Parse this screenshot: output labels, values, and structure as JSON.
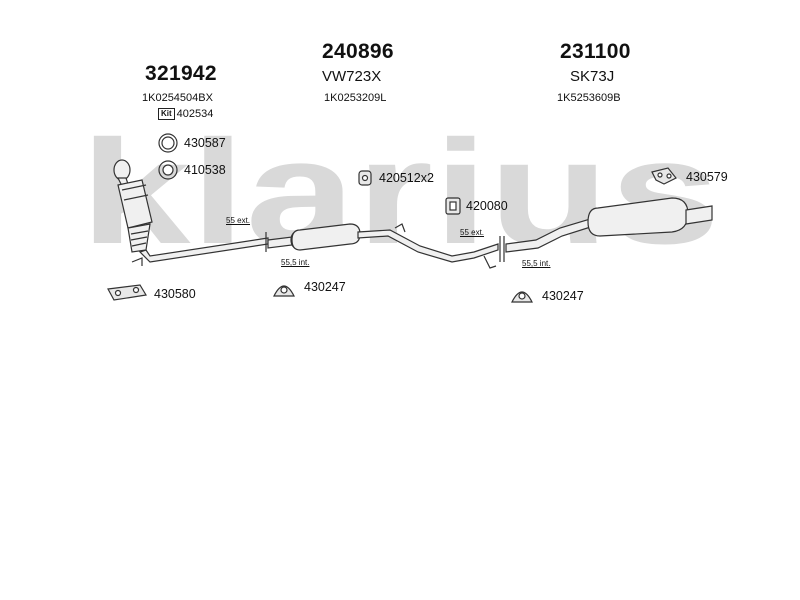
{
  "watermark": {
    "brand": "klarius",
    "color": "#d9d9d9"
  },
  "assemblies": [
    {
      "part_number": "321942",
      "oem": "1K0254504BX"
    },
    {
      "part_number": "240896",
      "code": "VW723X",
      "oem": "1K0253209L"
    },
    {
      "part_number": "231100",
      "code": "SK73J",
      "oem": "1K5253609B"
    }
  ],
  "kit": {
    "badge": "Kit",
    "number": "402534"
  },
  "parts": {
    "p430587": "430587",
    "p410538": "410538",
    "p420512": "420512x2",
    "p420080": "420080",
    "p430579": "430579",
    "p430580": "430580",
    "p430247_a": "430247",
    "p430247_b": "430247"
  },
  "dimensions": {
    "d1": "55 ext.",
    "d2": "55,5 int.",
    "d3": "55 ext.",
    "d4": "55,5 int."
  },
  "colors": {
    "line": "#333333",
    "fill": "#e8e8e8"
  }
}
